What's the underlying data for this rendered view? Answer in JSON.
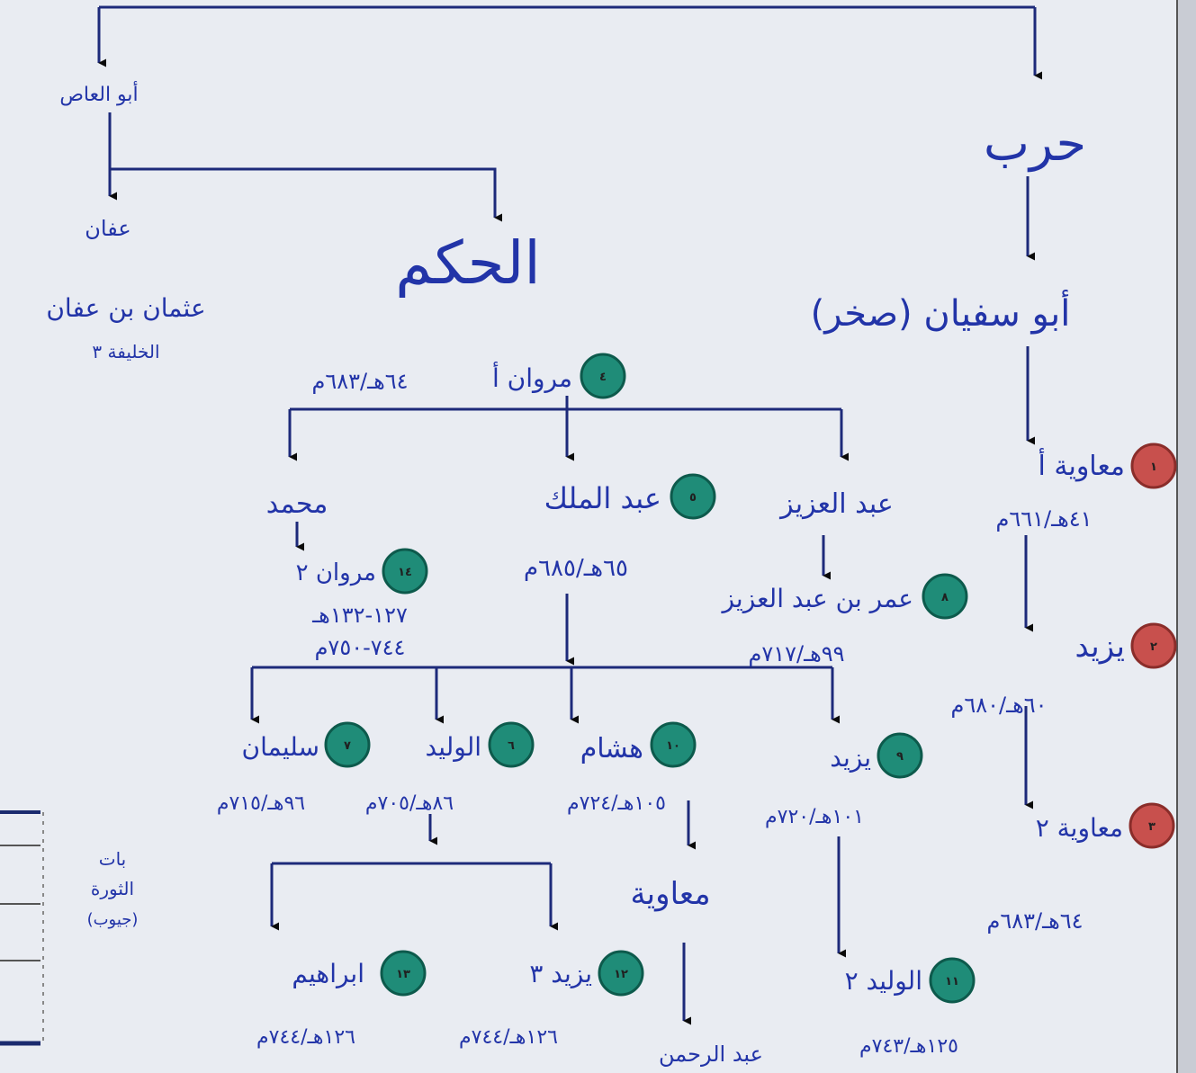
{
  "colors": {
    "ink": "#2234a8",
    "line": "#1d2a7a",
    "arrow": "#0a0a0a",
    "badge_red": "#c8504d",
    "badge_teal": "#1f8c78",
    "paper": "#e9ecf2"
  },
  "tree": {
    "abu_al_as": "أبو العاص",
    "harb": "حرب",
    "affan": "عفان",
    "al_hakam": "الحكم",
    "uthman": "عثمان بن عفان",
    "uthman_note": "الخليفة ٣",
    "abu_sufyan": "أبو سفيان (صخر)",
    "marwan1": {
      "badge": "٤",
      "name": "مروان أ",
      "date": "٦٤هـ/٦٨٣م"
    },
    "muawiya1": {
      "badge": "١",
      "name": "معاوية أ",
      "date": "٤١هـ/٦٦١م"
    },
    "muhammad": "محمد",
    "abd_al_malik": {
      "badge": "٥",
      "name": "عبد الملك",
      "date": "٦٥هـ/٦٨٥م"
    },
    "abd_al_aziz": "عبد العزيز",
    "marwan2": {
      "badge": "١٤",
      "name": "مروان ٢",
      "date1": "١٢٧-١٣٢هـ",
      "date2": "٧٤٤-٧٥٠م"
    },
    "umar": {
      "badge": "٨",
      "name": "عمر بن عبد العزيز",
      "date": "٩٩هـ/٧١٧م"
    },
    "yazid1": {
      "badge": "٢",
      "name": "يزيد",
      "date": "٦٠هـ/٦٨٠م"
    },
    "sulayman": {
      "badge": "٧",
      "name": "سليمان",
      "date": "٩٦هـ/٧١٥م"
    },
    "walid1": {
      "badge": "٦",
      "name": "الوليد",
      "date": "٨٦هـ/٧٠٥م"
    },
    "hisham": {
      "badge": "١٠",
      "name": "هشام",
      "date": "١٠٥هـ/٧٢٤م"
    },
    "yazid2": {
      "badge": "٩",
      "name": "يزيد",
      "date": "١٠١هـ/٧٢٠م"
    },
    "muawiya2": {
      "badge": "٣",
      "name": "معاوية ٢",
      "date": "٦٤هـ/٦٨٣م"
    },
    "muawiya_son": "معاوية",
    "ibrahim": {
      "badge": "١٣",
      "name": "ابراهيم",
      "date": "١٢٦هـ/٧٤٤م"
    },
    "yazid3": {
      "badge": "١٢",
      "name": "يزيد ٣",
      "date": "١٢٦هـ/٧٤٤م"
    },
    "walid2": {
      "badge": "١١",
      "name": "الوليد ٢",
      "date": "١٢٥هـ/٧٤٣م"
    },
    "abd_al_rahman": "عبد الرحمن"
  },
  "side_note": {
    "line1": "بات",
    "line2": "الثورة",
    "line3": "(جيوب)"
  }
}
